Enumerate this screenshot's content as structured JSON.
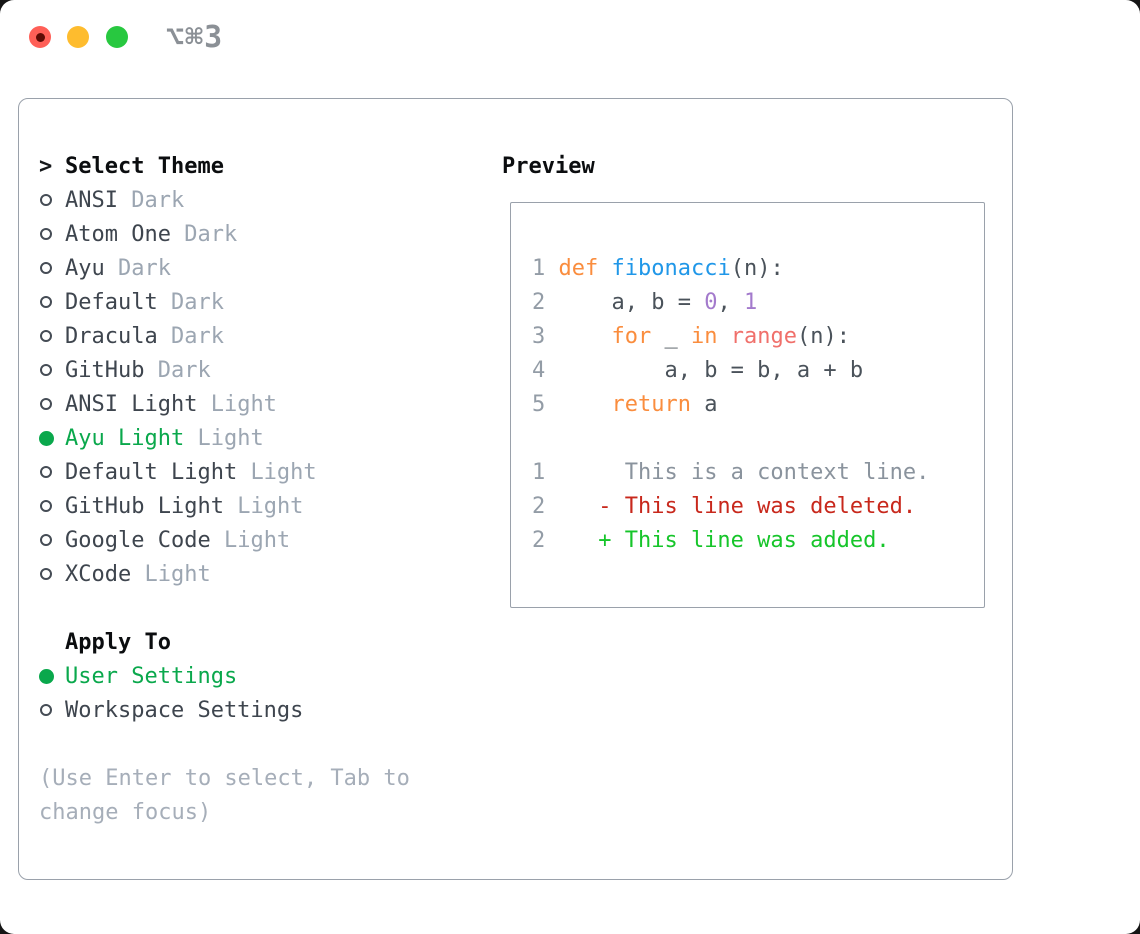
{
  "titlebar": {
    "shortcut": "⌥⌘3",
    "buttons": [
      "close",
      "minimize",
      "zoom"
    ],
    "close_has_unsaved_indicator": true
  },
  "theme_list": {
    "cursor": ">",
    "title": "Select Theme",
    "items": [
      {
        "name": "ANSI",
        "variant": "Dark",
        "selected": false
      },
      {
        "name": "Atom One",
        "variant": "Dark",
        "selected": false
      },
      {
        "name": "Ayu",
        "variant": "Dark",
        "selected": false
      },
      {
        "name": "Default",
        "variant": "Dark",
        "selected": false
      },
      {
        "name": "Dracula",
        "variant": "Dark",
        "selected": false
      },
      {
        "name": "GitHub",
        "variant": "Dark",
        "selected": false
      },
      {
        "name": "ANSI Light",
        "variant": "Light",
        "selected": false
      },
      {
        "name": "Ayu Light",
        "variant": "Light",
        "selected": true
      },
      {
        "name": "Default Light",
        "variant": "Light",
        "selected": false
      },
      {
        "name": "GitHub Light",
        "variant": "Light",
        "selected": false
      },
      {
        "name": "Google Code",
        "variant": "Light",
        "selected": false
      },
      {
        "name": "XCode",
        "variant": "Light",
        "selected": false
      }
    ]
  },
  "apply_to": {
    "title": "Apply To",
    "options": [
      {
        "label": "User Settings",
        "selected": true
      },
      {
        "label": "Workspace Settings",
        "selected": false
      }
    ]
  },
  "hint": {
    "lines": [
      "(Use Enter to select, Tab to",
      "change focus)"
    ]
  },
  "preview": {
    "title": "Preview",
    "code_lines": [
      {
        "tokens": [
          {
            "t": "1 ",
            "c": "lineno"
          },
          {
            "t": "def ",
            "c": "kw"
          },
          {
            "t": "fibonacci",
            "c": "fn"
          },
          {
            "t": "(n):",
            "c": "fg"
          }
        ]
      },
      {
        "tokens": [
          {
            "t": "2",
            "c": "lineno"
          },
          {
            "t": "     a, b = ",
            "c": "fg"
          },
          {
            "t": "0",
            "c": "num"
          },
          {
            "t": ", ",
            "c": "fg"
          },
          {
            "t": "1",
            "c": "num"
          }
        ]
      },
      {
        "tokens": [
          {
            "t": "3",
            "c": "lineno"
          },
          {
            "t": "     ",
            "c": "fg"
          },
          {
            "t": "for",
            "c": "kw"
          },
          {
            "t": " _ ",
            "c": "fg"
          },
          {
            "t": "in",
            "c": "kw"
          },
          {
            "t": " ",
            "c": "fg"
          },
          {
            "t": "range",
            "c": "call"
          },
          {
            "t": "(n):",
            "c": "fg"
          }
        ]
      },
      {
        "tokens": [
          {
            "t": "4",
            "c": "lineno"
          },
          {
            "t": "         a, b = b, a + b",
            "c": "fg"
          }
        ]
      },
      {
        "tokens": [
          {
            "t": "5",
            "c": "lineno"
          },
          {
            "t": "     ",
            "c": "fg"
          },
          {
            "t": "return",
            "c": "kw"
          },
          {
            "t": " a",
            "c": "fg"
          }
        ]
      }
    ],
    "diff_lines": [
      {
        "tokens": [
          {
            "t": "1",
            "c": "lineno"
          },
          {
            "t": "      This is a context line.",
            "c": "ctx"
          }
        ]
      },
      {
        "tokens": [
          {
            "t": "2",
            "c": "lineno"
          },
          {
            "t": "    - This line was deleted.",
            "c": "del"
          }
        ]
      },
      {
        "tokens": [
          {
            "t": "2",
            "c": "lineno"
          },
          {
            "t": "    + This line was added.",
            "c": "add"
          }
        ]
      }
    ]
  },
  "colors": {
    "selection_green": "#0aa84c",
    "added_green": "#16c52a",
    "deleted_red": "#c8281c",
    "keyword_orange": "#fa8d3e",
    "function_blue": "#2097e8",
    "call_coral": "#f0706b",
    "number_purple": "#a37acc",
    "code_fg": "#4a525a",
    "line_number_gray": "#939ca6",
    "context_gray": "#8a939d",
    "border_gray": "#9aa1ab",
    "muted_gray": "#9ca6b2",
    "hint_gray": "#a6aeb9",
    "item_fg": "#3e454e",
    "shortcut_gray": "#8b9096",
    "traffic_red": "#ff5f57",
    "traffic_yellow": "#febc2e",
    "traffic_green": "#28c840"
  }
}
